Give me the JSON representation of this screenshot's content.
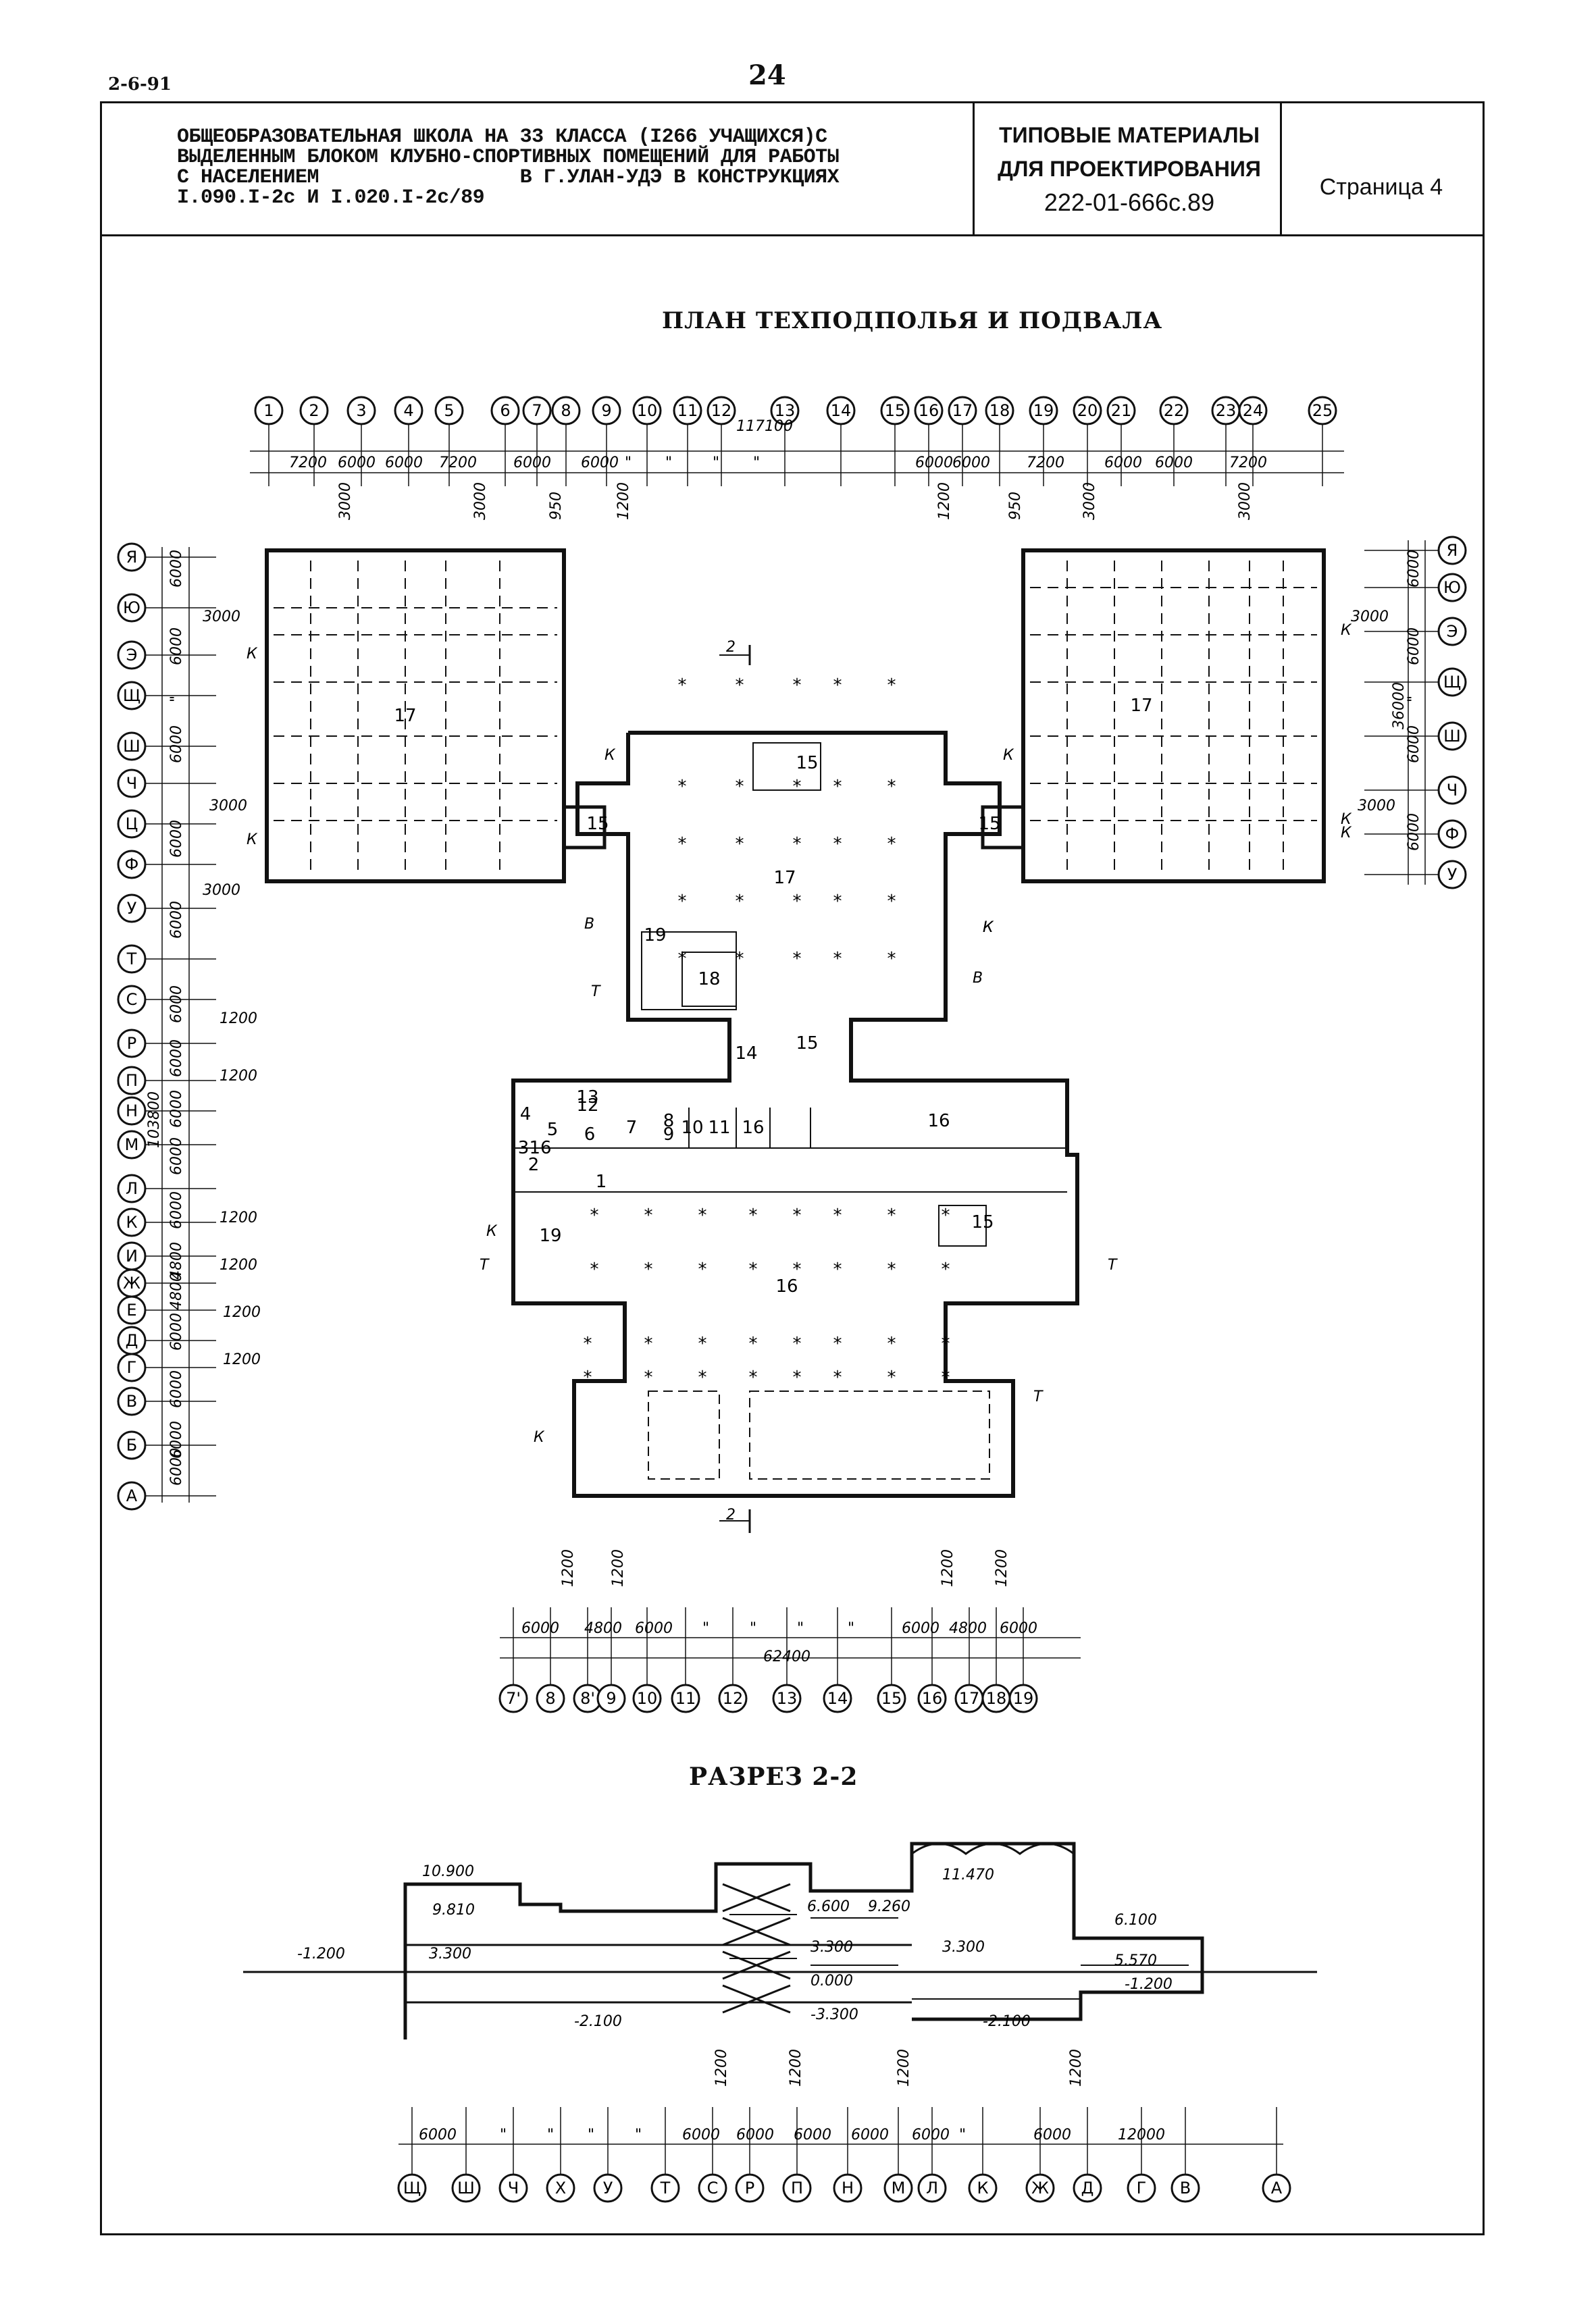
{
  "header": {
    "doc_code": "2-6-91",
    "page_number": "24"
  },
  "title_block": {
    "title_lines": [
      "ОБЩЕОБРАЗОВАТЕЛЬНАЯ ШКОЛА НА 33 КЛАССА (I266 УЧАЩИХСЯ)С",
      "ВЫДЕЛЕННЫМ БЛОКОМ КЛУБНО-СПОРТИВНЫХ ПОМЕЩЕНИЙ ДЛЯ РАБОТЫ",
      "С НАСЕЛЕНИЕМ                 В Г.УЛАН-УДЭ В КОНСТРУКЦИЯХ",
      "I.090.I-2c И I.020.I-2c/89"
    ],
    "series_line1": "ТИПОВЫЕ МАТЕРИАЛЫ",
    "series_line2": "ДЛЯ ПРОЕКТИРОВАНИЯ",
    "series_code": "222-01-666с.89",
    "page_label": "Страница 4"
  },
  "plan": {
    "title": "ПЛАН ТЕХПОДПОЛЬЯ И ПОДВАЛА",
    "top_axes": [
      "1",
      "2",
      "3",
      "4",
      "5",
      "6",
      "7",
      "8",
      "9",
      "10",
      "11",
      "12",
      "13",
      "14",
      "15",
      "16",
      "17",
      "18",
      "19",
      "20",
      "21",
      "22",
      "23",
      "24",
      "25"
    ],
    "top_dims": [
      "7200",
      "6000",
      "6000",
      "7200",
      "6000",
      "6000",
      "\"",
      "\"",
      "\"",
      "\"",
      "6000",
      "6000",
      "7200",
      "6000",
      "6000",
      "7200"
    ],
    "top_total": "117100",
    "top_vertical_dims": [
      "3000",
      "3000",
      "950",
      "1200",
      "1200",
      "950",
      "3000",
      "3000"
    ],
    "left_axes": [
      "Я",
      "Ю",
      "Э",
      "Щ",
      "Ш",
      "Ч",
      "Ц",
      "Ф",
      "У",
      "Т",
      "С",
      "Р",
      "П",
      "Н",
      "М",
      "Л",
      "К",
      "И",
      "Ж",
      "Е",
      "Д",
      "Г",
      "В",
      "Б",
      "А"
    ],
    "left_dims": [
      "6000",
      "6000",
      "\"",
      "6000",
      "6000",
      "6000",
      "6000",
      "6000",
      "6000",
      "6000",
      "6000",
      "4800",
      "4800",
      "6000",
      "6000",
      "6000",
      "6000"
    ],
    "left_side_dims": [
      "3000",
      "3000",
      "3000",
      "1200",
      "1200",
      "1200",
      "1200",
      "1200",
      "1200"
    ],
    "left_total": "103800",
    "right_axes": [
      "Я",
      "Ю",
      "Э",
      "Щ",
      "Ш",
      "Ч",
      "Ф",
      "У"
    ],
    "right_dims": [
      "6000",
      "6000",
      "\"",
      "6000",
      "6000"
    ],
    "right_side_dims": [
      "3000",
      "36000",
      "3000"
    ],
    "room_numbers": [
      "17",
      "17",
      "17",
      "15",
      "15",
      "15",
      "19",
      "18",
      "15",
      "14",
      "16",
      "16",
      "15",
      "19",
      "16",
      "1",
      "2",
      "3",
      "4",
      "5",
      "6",
      "7",
      "8",
      "9",
      "10",
      "11",
      "12",
      "13",
      "16"
    ],
    "section_marks": [
      "2",
      "2"
    ],
    "marker_letters": [
      "К",
      "К",
      "К",
      "К",
      "К",
      "К",
      "К",
      "В",
      "Т",
      "В",
      "К",
      "Т",
      "К",
      "К",
      "Т",
      "Т",
      "К"
    ],
    "bottom_axes": [
      "7'",
      "8",
      "8'",
      "9",
      "10",
      "11",
      "12",
      "13",
      "14",
      "15",
      "16",
      "17",
      "18",
      "19"
    ],
    "bottom_dims": [
      "6000",
      "4800",
      "6000",
      "\"",
      "\"",
      "\"",
      "\"",
      "6000",
      "4800",
      "6000"
    ],
    "bottom_vertical_dims": [
      "1200",
      "1200",
      "1200",
      "1200"
    ],
    "bottom_total": "62400"
  },
  "section": {
    "title": "РАЗРЕЗ 2-2",
    "levels": [
      "10.900",
      "9.810",
      "3.300",
      "-1.200",
      "-2.100",
      "6.600",
      "9.260",
      "3.300",
      "0.000",
      "-3.300",
      "11.470",
      "3.300",
      "-2.100",
      "6.100",
      "5.570",
      "-1.200"
    ],
    "axes": [
      "Щ",
      "Ш",
      "Ч",
      "Х",
      "У",
      "Т",
      "С",
      "Р",
      "П",
      "Н",
      "М",
      "Л",
      "К",
      "Ж",
      "Д",
      "Г",
      "В",
      "А"
    ],
    "dims": [
      "6000",
      "\"",
      "\"",
      "\"",
      "\"",
      "6000",
      "6000",
      "6000",
      "6000",
      "6000",
      "\"",
      "6000",
      "12000"
    ],
    "vertical_dims": [
      "1200",
      "1200",
      "1200",
      "1200"
    ]
  }
}
